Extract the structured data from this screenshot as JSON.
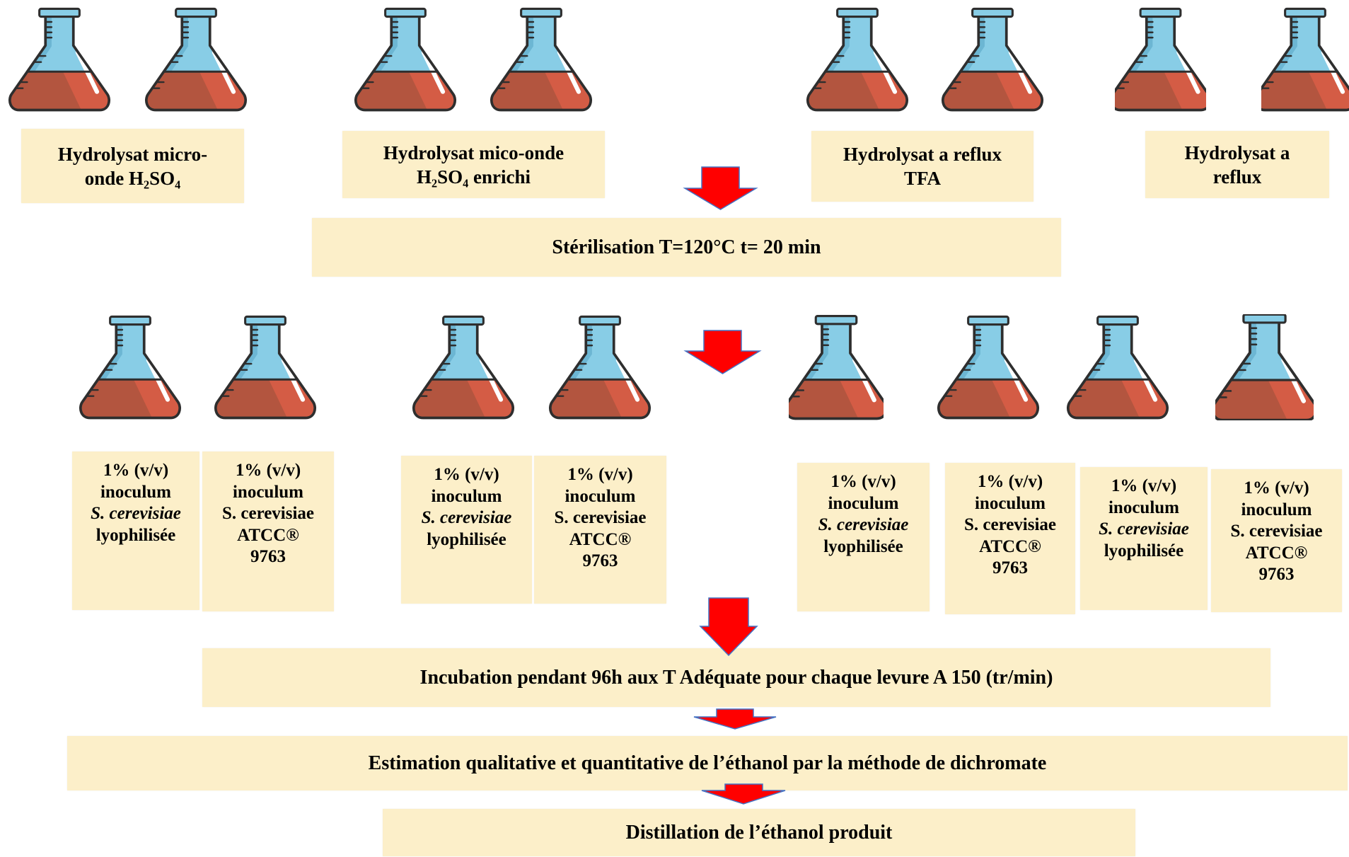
{
  "colors": {
    "page_background": "#ffffff",
    "box_fill": "#fcefc9",
    "text": "#000000",
    "arrow_fill": "#ff0000",
    "arrow_outline": "#4472c4",
    "flask_glass": "#88cde6",
    "flask_glass_shade": "#6cb6d3",
    "flask_liquid": "#b3553f",
    "flask_liquid_light": "#d45c45",
    "flask_outline": "#2e2e2e"
  },
  "icons": {
    "flask": "flask-icon",
    "arrow": "arrow-down-icon"
  },
  "hydrolysates": [
    {
      "lines": [
        "Hydrolysat micro-",
        "onde H₂SO₄"
      ]
    },
    {
      "lines": [
        "Hydrolysat mico-onde",
        "H₂SO₄ enrichi"
      ]
    },
    {
      "lines": [
        "Hydrolysat a reflux",
        "TFA"
      ]
    },
    {
      "lines": [
        "Hydrolysat a",
        "reflux"
      ]
    }
  ],
  "sterilisation": "Stérilisation T=120°C t= 20 min",
  "inoculations": [
    {
      "lines": [
        "1% (v/v)",
        "inoculum",
        "S. cerevisiae",
        "lyophilisée"
      ]
    },
    {
      "lines": [
        "1% (v/v)",
        "inoculum",
        "S. cerevisiae",
        "ATCC®",
        "9763"
      ]
    },
    {
      "lines": [
        "1% (v/v)",
        "inoculum",
        "S. cerevisiae",
        "lyophilisée"
      ]
    },
    {
      "lines": [
        "1% (v/v)",
        "inoculum",
        "S. cerevisiae",
        "ATCC®",
        "9763"
      ]
    },
    {
      "lines": [
        "1% (v/v)",
        "inoculum",
        "S. cerevisiae",
        "lyophilisée"
      ]
    },
    {
      "lines": [
        "1% (v/v)",
        "inoculum",
        "S. cerevisiae",
        "ATCC®",
        "9763"
      ]
    },
    {
      "lines": [
        "1% (v/v)",
        "inoculum",
        "S. cerevisiae",
        "lyophilisée"
      ]
    },
    {
      "lines": [
        "1% (v/v)",
        "inoculum",
        "S. cerevisiae",
        "ATCC®",
        "9763"
      ]
    }
  ],
  "incubation": "Incubation pendant 96h aux T Adéquate pour chaque levure A 150 (tr/min)",
  "estimation": "Estimation qualitative et quantitative de l’éthanol par la méthode de dichromate",
  "distillation": "Distillation de l’éthanol produit"
}
